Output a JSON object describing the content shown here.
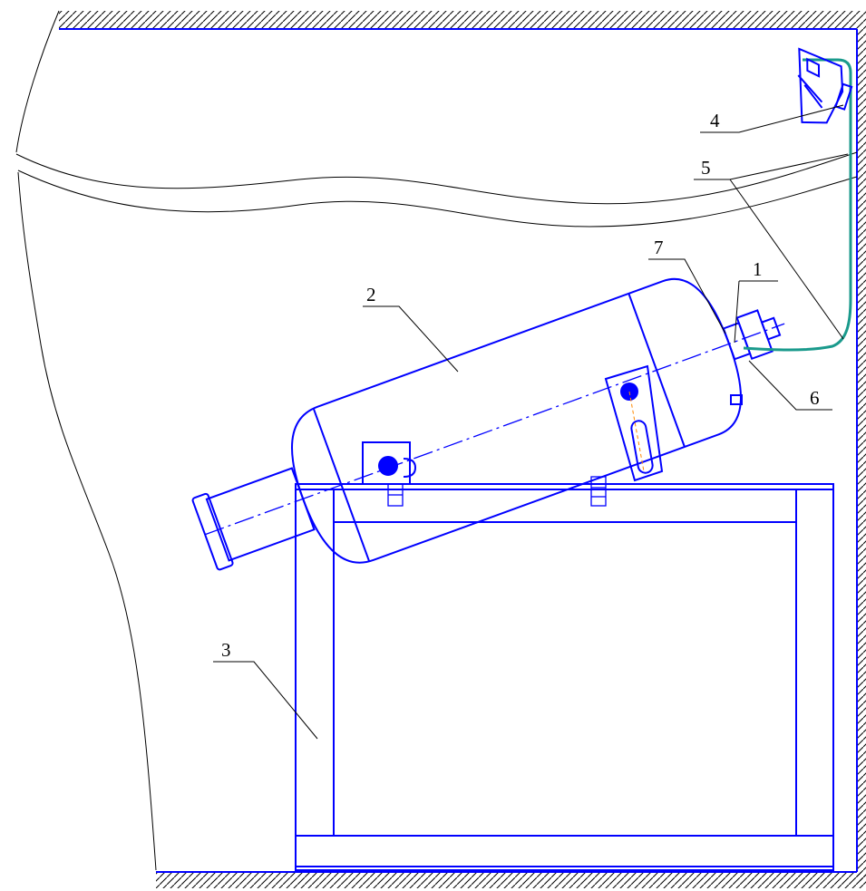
{
  "labels": {
    "l1": "1",
    "l2": "2",
    "l3": "3",
    "l4": "4",
    "l5": "5",
    "l6": "6",
    "l7": "7"
  },
  "colors": {
    "structure": "#0000ff",
    "hose": "#1a9a8c",
    "axis": "#0000ff",
    "leader": "#000000",
    "hatch": "#000000",
    "centerline_detail": "#ff8800"
  }
}
